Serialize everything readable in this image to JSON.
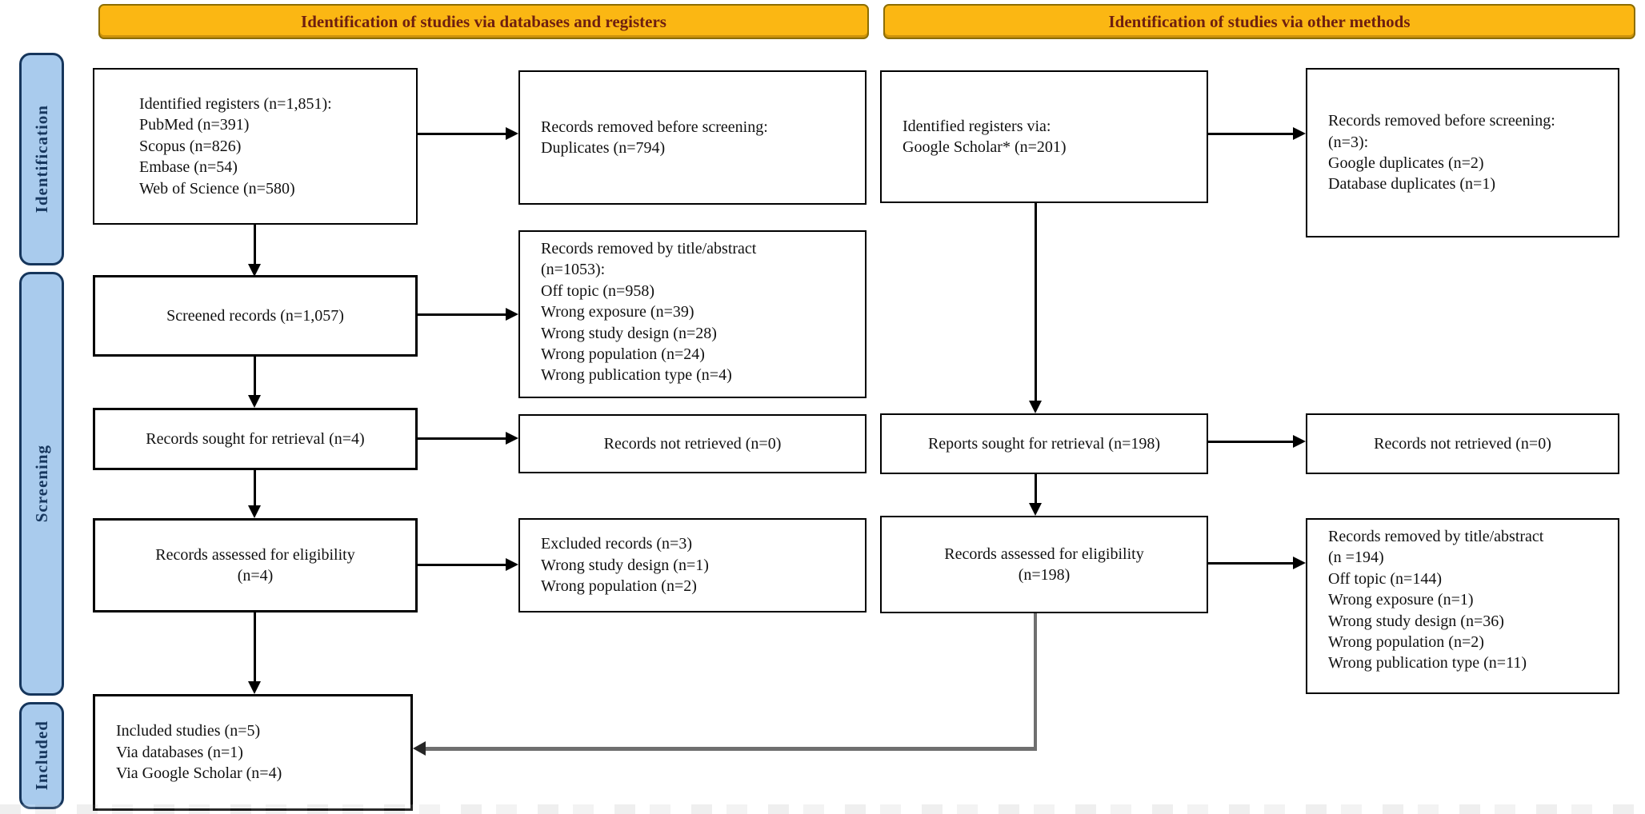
{
  "headers": {
    "left": "Identification of studies via databases and registers",
    "right": "Identification of studies via other methods"
  },
  "stages": {
    "identification": "Identification",
    "screening": "Screening",
    "included": "Included"
  },
  "colors": {
    "header_fill": "#FBB713",
    "header_border": "#8C6D00",
    "header_text": "#6E1F10",
    "stage_fill": "#A9CBED",
    "stage_border": "#16365C",
    "box_border": "#000000",
    "connector_gray": "#6F6F6F"
  },
  "boxes": {
    "db_identified": {
      "title": "Identified registers (n=1,851):",
      "items": [
        "PubMed (n=391)",
        "Scopus (n=826)",
        "Embase (n=54)",
        "Web of Science (n=580)"
      ]
    },
    "db_removed_before": {
      "title": "Records removed before screening:",
      "items": [
        "Duplicates (n=794)"
      ]
    },
    "db_screened": {
      "title": "Screened records (n=1,057)"
    },
    "db_removed_title_abstract": {
      "title": "Records removed by title/abstract",
      "subtitle": "(n=1053):",
      "items": [
        "Off topic (n=958)",
        "Wrong exposure (n=39)",
        "Wrong study design (n=28)",
        "Wrong population (n=24)",
        "Wrong publication type (n=4)"
      ]
    },
    "db_sought": {
      "title": "Records sought for retrieval (n=4)"
    },
    "db_not_retrieved": {
      "title": "Records not retrieved (n=0)"
    },
    "db_assessed": {
      "title": "Records assessed for eligibility",
      "subtitle": "(n=4)"
    },
    "db_excluded": {
      "title": "Excluded records (n=3)",
      "items": [
        "Wrong study design (n=1)",
        "Wrong population (n=2)"
      ]
    },
    "included_studies": {
      "title": "Included studies (n=5)",
      "items": [
        "Via databases (n=1)",
        "Via Google Scholar (n=4)"
      ]
    },
    "other_identified": {
      "title": "Identified registers via:",
      "items": [
        "Google Scholar* (n=201)"
      ]
    },
    "other_removed_before": {
      "title": "Records removed before screening:",
      "subtitle": "(n=3):",
      "items": [
        "Google duplicates (n=2)",
        "Database duplicates (n=1)"
      ]
    },
    "other_sought": {
      "title": "Reports sought for retrieval (n=198)"
    },
    "other_not_retrieved": {
      "title": "Records not retrieved (n=0)"
    },
    "other_assessed": {
      "title": "Records assessed for eligibility",
      "subtitle": "(n=198)"
    },
    "other_removed_title_abstract": {
      "title": "Records removed by title/abstract",
      "subtitle": "(n =194)",
      "items": [
        "Off topic (n=144)",
        "Wrong exposure (n=1)",
        "Wrong study design (n=36)",
        "Wrong population (n=2)",
        "Wrong publication type (n=11)"
      ]
    }
  }
}
